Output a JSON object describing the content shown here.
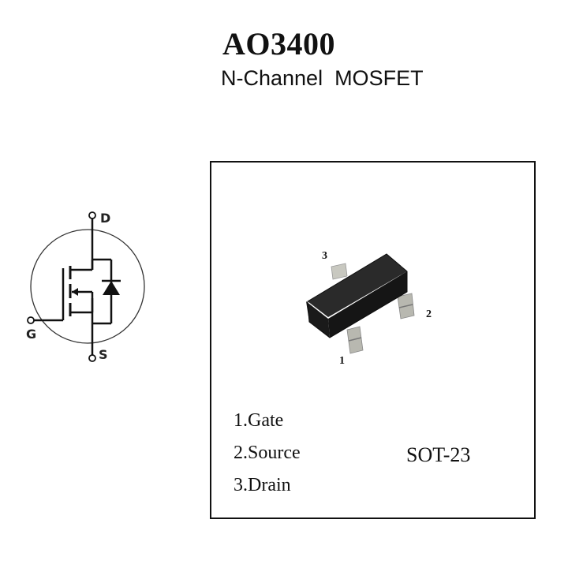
{
  "header": {
    "part_number": "AO3400",
    "description": "N-Channel  MOSFET"
  },
  "symbol": {
    "type": "n-channel-mosfet-icon",
    "terminals": {
      "drain": "D",
      "gate": "G",
      "source": "S"
    }
  },
  "package": {
    "name": "SOT-23",
    "pin_markers": [
      "1",
      "2",
      "3"
    ],
    "pins": [
      {
        "label": "1.Gate"
      },
      {
        "label": "2.Source"
      },
      {
        "label": "3.Drain"
      }
    ],
    "colors": {
      "body": "#1a1a1a",
      "lead": "#b8b8b0",
      "border": "#111111"
    }
  }
}
